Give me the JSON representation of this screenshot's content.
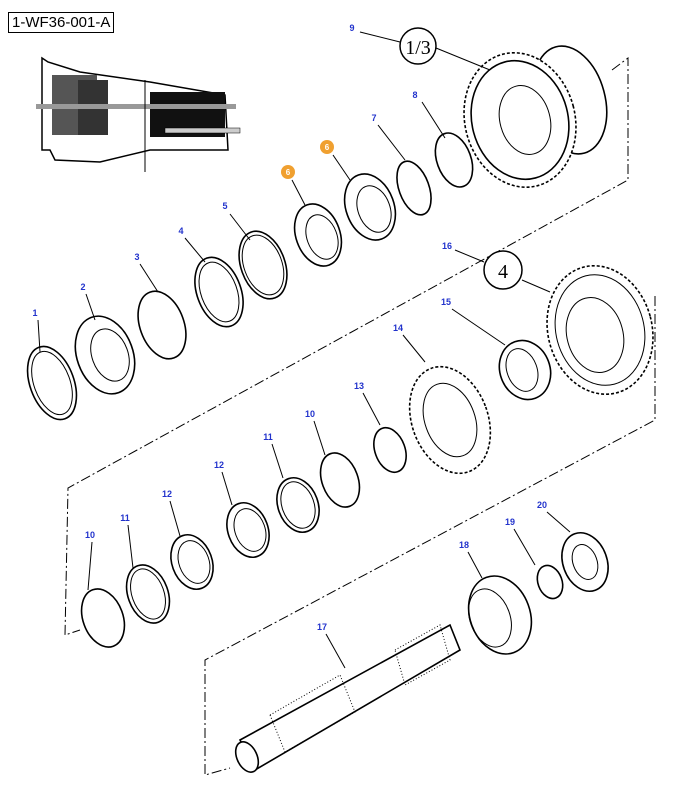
{
  "diagram": {
    "reference_code": "1-WF36-001-A",
    "group_markers": [
      "1/3",
      "4"
    ],
    "callouts": [
      {
        "id": "9"
      },
      {
        "id": "8"
      },
      {
        "id": "7"
      },
      {
        "id": "6",
        "highlighted": true
      },
      {
        "id": "6",
        "highlighted": true
      },
      {
        "id": "5"
      },
      {
        "id": "4"
      },
      {
        "id": "3"
      },
      {
        "id": "2"
      },
      {
        "id": "1"
      },
      {
        "id": "16"
      },
      {
        "id": "15"
      },
      {
        "id": "14"
      },
      {
        "id": "13"
      },
      {
        "id": "10"
      },
      {
        "id": "11"
      },
      {
        "id": "12"
      },
      {
        "id": "12"
      },
      {
        "id": "11"
      },
      {
        "id": "10"
      },
      {
        "id": "20"
      },
      {
        "id": "19"
      },
      {
        "id": "18"
      },
      {
        "id": "17"
      }
    ],
    "colors": {
      "callout_text": "#2233cc",
      "highlight": "#f0a030"
    }
  }
}
